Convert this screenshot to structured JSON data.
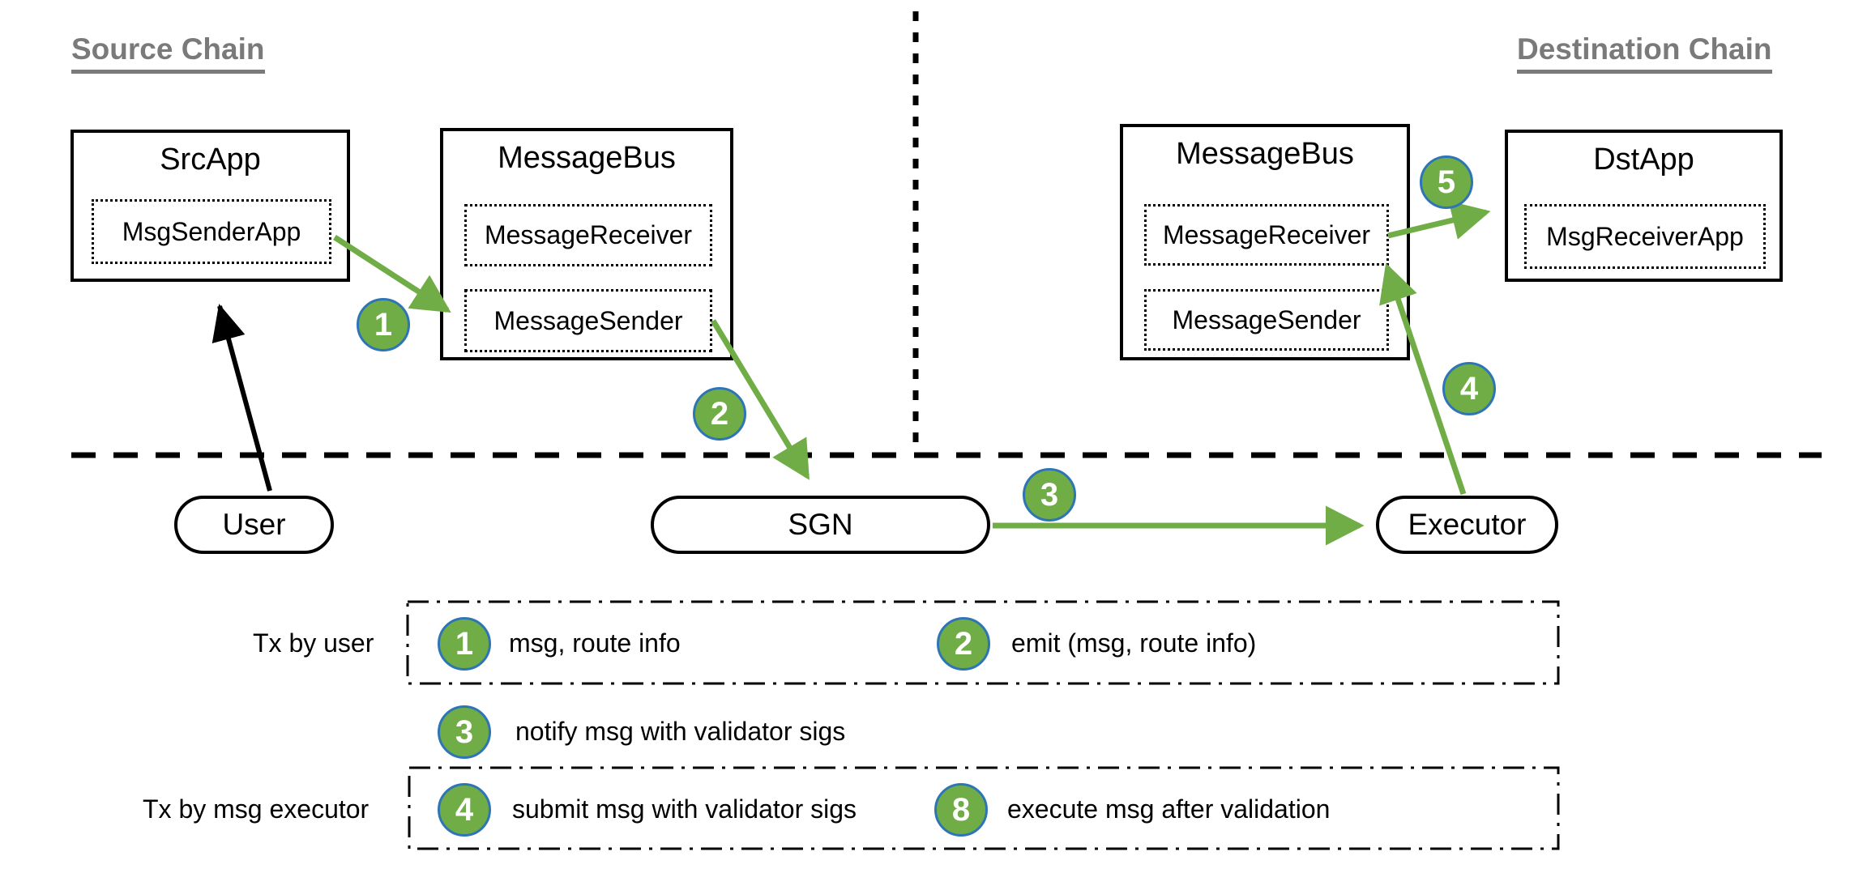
{
  "diagram": {
    "headings": {
      "source": "Source Chain",
      "destination": "Destination Chain"
    },
    "boxes": {
      "src_app": {
        "title": "SrcApp",
        "inner": "MsgSenderApp"
      },
      "bus_src": {
        "title": "MessageBus",
        "receiver": "MessageReceiver",
        "sender": "MessageSender"
      },
      "bus_dst": {
        "title": "MessageBus",
        "receiver": "MessageReceiver",
        "sender": "MessageSender"
      },
      "dst_app": {
        "title": "DstApp",
        "inner": "MsgReceiverApp"
      }
    },
    "nodes": {
      "user": "User",
      "sgn": "SGN",
      "executor": "Executor"
    },
    "step_badges": {
      "s1": "1",
      "s2": "2",
      "s3": "3",
      "s4": "4",
      "s5": "5"
    }
  },
  "legend": {
    "row1_label": "Tx by user",
    "row2_label": "Tx by msg executor",
    "items": [
      {
        "num": "1",
        "text": "msg, route info"
      },
      {
        "num": "2",
        "text": "emit (msg, route info)"
      },
      {
        "num": "3",
        "text": "notify msg with validator sigs"
      },
      {
        "num": "4",
        "text": "submit msg with validator sigs"
      },
      {
        "num": "8",
        "text": "execute msg after validation"
      }
    ]
  },
  "colors": {
    "arrow_green": "#70ad47",
    "badge_fill": "#70ad47",
    "badge_border": "#2e75b6",
    "heading_gray": "#7a7a7a",
    "line_black": "#000000"
  }
}
